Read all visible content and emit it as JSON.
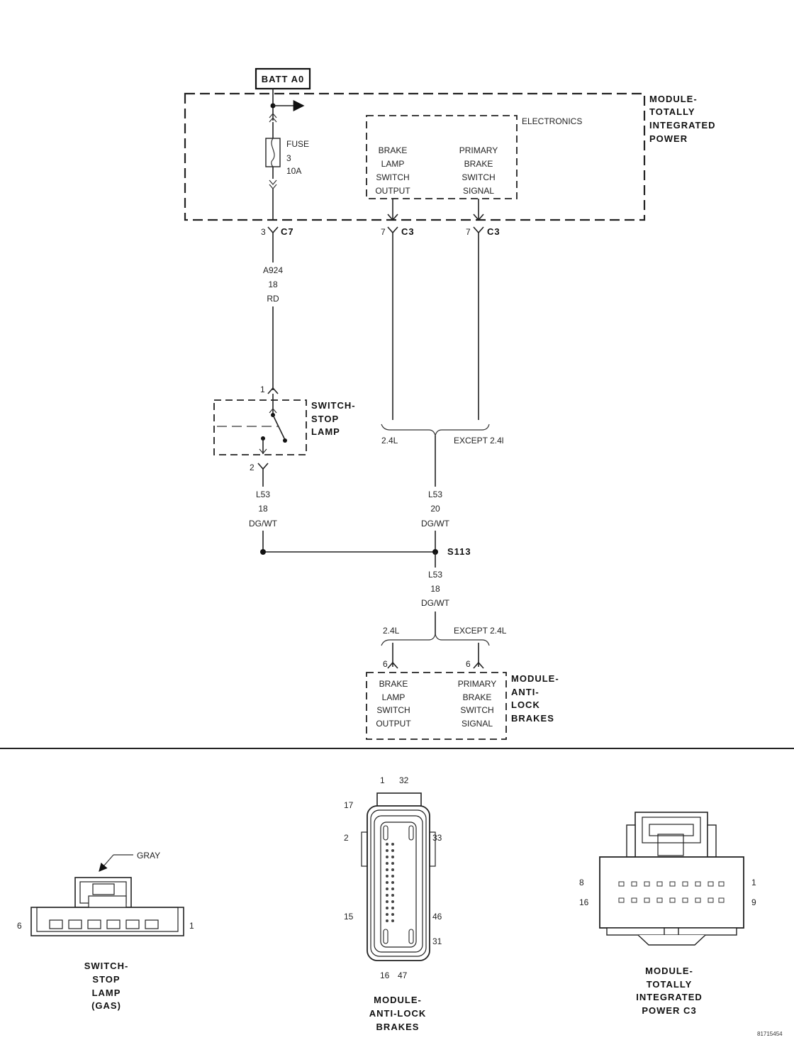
{
  "batt_label": "BATT A0",
  "tipm": {
    "title_lines": [
      "MODULE-",
      "TOTALLY",
      "INTEGRATED",
      "POWER"
    ],
    "electronics": "ELECTRONICS",
    "fuse_lines": [
      "FUSE",
      "3",
      "10A"
    ],
    "left_func": [
      "BRAKE",
      "LAMP",
      "SWITCH",
      "OUTPUT"
    ],
    "right_func": [
      "PRIMARY",
      "BRAKE",
      "SWITCH",
      "SIGNAL"
    ]
  },
  "connectors": {
    "c7_pin": "3",
    "c7_name": "C7",
    "c3a_pin": "7",
    "c3a_name": "C3",
    "c3b_pin": "7",
    "c3b_name": "C3"
  },
  "wire_a924": [
    "A924",
    "18",
    "RD"
  ],
  "stop_switch": {
    "title_lines": [
      "SWITCH-",
      "STOP",
      "LAMP"
    ],
    "pin_top": "1",
    "pin_bottom": "2"
  },
  "wire_l53_left": [
    "L53",
    "18",
    "DG/WT"
  ],
  "wire_l53_mid": [
    "L53",
    "20",
    "DG/WT"
  ],
  "wire_l53_bottom": [
    "L53",
    "18",
    "DG/WT"
  ],
  "variant_top": {
    "left": "2.4L",
    "right": "EXCEPT 2.4l"
  },
  "splice": "S113",
  "variant_bottom": {
    "left": "2.4L",
    "right": "EXCEPT 2.4L"
  },
  "abs": {
    "title_lines": [
      "MODULE-",
      "ANTI-",
      "LOCK",
      "BRAKES"
    ],
    "pin_left": "6",
    "pin_right": "6",
    "left_func": [
      "BRAKE",
      "LAMP",
      "SWITCH",
      "OUTPUT"
    ],
    "right_func": [
      "PRIMARY",
      "BRAKE",
      "SWITCH",
      "SIGNAL"
    ]
  },
  "bottom_views": {
    "stop_lamp": {
      "gray_label": "GRAY",
      "pin_left": "6",
      "pin_right": "1",
      "caption_lines": [
        "SWITCH-",
        "STOP",
        "LAMP",
        "(GAS)"
      ]
    },
    "abs_connector": {
      "pin_1": "1",
      "pin_32": "32",
      "pin_17": "17",
      "pin_2": "2",
      "pin_33": "33",
      "pin_15": "15",
      "pin_46": "46",
      "pin_31": "31",
      "pin_16": "16",
      "pin_47": "47",
      "caption_lines": [
        "MODULE-",
        "ANTI-LOCK",
        "BRAKES"
      ]
    },
    "tipm_c3": {
      "pin_8": "8",
      "pin_1": "1",
      "pin_16": "16",
      "pin_9": "9",
      "caption_lines": [
        "MODULE-",
        "TOTALLY",
        "INTEGRATED",
        "POWER C3"
      ]
    }
  },
  "figure_id": "81715454"
}
